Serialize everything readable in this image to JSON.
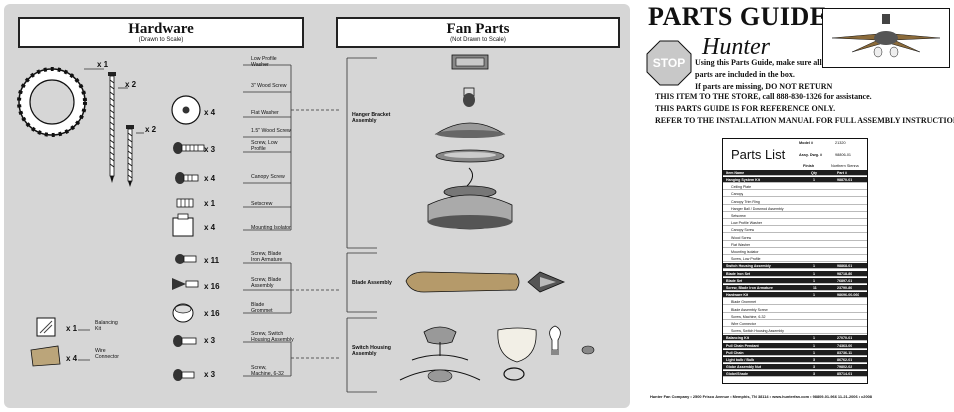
{
  "hardware": {
    "title": "Hardware",
    "subtitle": "(Drawn to Scale)",
    "items": [
      {
        "qty": "x 1",
        "label": "Low Profile Washer"
      },
      {
        "qty": "x 2",
        "label": "3\" Wood Screw"
      },
      {
        "qty": "x 4",
        "label": "Flat Washer"
      },
      {
        "qty": "x 2",
        "label": "1.5\" Wood Screw"
      },
      {
        "qty": "x 3",
        "label": "Screw, Low Profile"
      },
      {
        "qty": "x 4",
        "label": "Canopy Screw"
      },
      {
        "qty": "x 1",
        "label": "Setscrew"
      },
      {
        "qty": "x 4",
        "label": "Mounting Isolator"
      },
      {
        "qty": "x 11",
        "label": "Screw, Blade Iron Armature"
      },
      {
        "qty": "x 16",
        "label": "Screw, Blade Assembly"
      },
      {
        "qty": "x 16",
        "label": "Blade Grommet"
      },
      {
        "qty": "x 3",
        "label": "Screw, Switch Housing Assembly"
      },
      {
        "qty": "x 3",
        "label": "Screw, Machine, 6-32"
      },
      {
        "qty": "x 1",
        "label": "Balancing Kit"
      },
      {
        "qty": "x 4",
        "label": "Wire Connector"
      }
    ]
  },
  "fan_parts": {
    "title": "Fan Parts",
    "subtitle": "(Not Drawn to Scale)",
    "groups": [
      "Hanger Bracket Assembly",
      "Blade Assembly",
      "Switch Housing Assembly"
    ]
  },
  "guide": {
    "title": "PARTS GUIDE",
    "brand": "Hunter",
    "stop_sign": "STOP",
    "notice_lines": [
      "Using this Parts Guide, make sure all",
      "parts are included in the box.",
      "If parts are missing, DO NOT RETURN",
      "THIS ITEM TO THE STORE, call 888-830-1326 for assistance.",
      "THIS PARTS GUIDE IS FOR REFERENCE ONLY.",
      "REFER TO THE INSTALLATION MANUAL FOR FULL ASSEMBLY INSTRUCTIONS."
    ]
  },
  "parts_list": {
    "title": "Parts List",
    "model_label": "Model #",
    "model_value": "21320",
    "assy_label": "Assy. Dwg. #",
    "assy_value": "98806-01",
    "finish_label": "Finish",
    "finish_value": "Northern Sienna",
    "header": [
      "Item Name",
      "Qty",
      "Part #"
    ],
    "rows": [
      {
        "name": "Hanging System Kit",
        "qty": "1",
        "part": "98870-01",
        "dark": true
      },
      {
        "name": "Ceiling Plate",
        "qty": "",
        "part": "",
        "dark": false
      },
      {
        "name": "Canopy",
        "qty": "",
        "part": "",
        "dark": false
      },
      {
        "name": "Canopy Trim Ring",
        "qty": "",
        "part": "",
        "dark": false
      },
      {
        "name": "Hanger Ball / Downrod Assembly",
        "qty": "",
        "part": "",
        "dark": false
      },
      {
        "name": "Setscrew",
        "qty": "",
        "part": "",
        "dark": false
      },
      {
        "name": "Low Profile Washer",
        "qty": "",
        "part": "",
        "dark": false
      },
      {
        "name": "Canopy Screw",
        "qty": "",
        "part": "",
        "dark": false
      },
      {
        "name": "Wood Screw",
        "qty": "",
        "part": "",
        "dark": false
      },
      {
        "name": "Flat Washer",
        "qty": "",
        "part": "",
        "dark": false
      },
      {
        "name": "Mounting Isolator",
        "qty": "",
        "part": "",
        "dark": false
      },
      {
        "name": "Screw, Low Profile",
        "qty": "",
        "part": "",
        "dark": false
      },
      {
        "name": "Switch Housing Assembly",
        "qty": "1",
        "part": "98868-01",
        "dark": true
      },
      {
        "name": "Blade Iron Set",
        "qty": "1",
        "part": "98718-80",
        "dark": true
      },
      {
        "name": "Blade Set",
        "qty": "1",
        "part": "76897-01",
        "dark": true
      },
      {
        "name": "Screw, Blade Iron Armature",
        "qty": "11",
        "part": "23790-80",
        "dark": true
      },
      {
        "name": "Hardware Kit",
        "qty": "1",
        "part": "98696-00-060",
        "dark": true
      },
      {
        "name": "Blade Grommet",
        "qty": "",
        "part": "",
        "dark": false
      },
      {
        "name": "Blade Assembly Screw",
        "qty": "",
        "part": "",
        "dark": false
      },
      {
        "name": "Screw, Machine, 6-32",
        "qty": "",
        "part": "",
        "dark": false
      },
      {
        "name": "Wire Connector",
        "qty": "",
        "part": "",
        "dark": false
      },
      {
        "name": "Screw, Switch Housing Assembly",
        "qty": "",
        "part": "",
        "dark": false
      },
      {
        "name": "Balancing Kit",
        "qty": "1",
        "part": "27070-01",
        "dark": true
      },
      {
        "name": "Pull Chain Pendant",
        "qty": "1",
        "part": "74363-00",
        "dark": true
      },
      {
        "name": "Pull Chain",
        "qty": "1",
        "part": "83736-11",
        "dark": true
      },
      {
        "name": "Light bulb / Bulb",
        "qty": "3",
        "part": "86762-01",
        "dark": true
      },
      {
        "name": "Globe Assembly Nut",
        "qty": "3",
        "part": "79802-02",
        "dark": true
      },
      {
        "name": "Globe/Shade",
        "qty": "3",
        "part": "85714-01",
        "dark": true
      }
    ]
  },
  "footer": "Hunter Fan Company  •  2500 Frisco Avenue  •  Memphis, TN 38114  •  www.hunterfan.com  •  98809-01-966  11-21-2006  •  c2008",
  "colors": {
    "panel": "#d6d6d6",
    "stop": "#c8c8c8",
    "dark_row": "#1e1e1e"
  }
}
